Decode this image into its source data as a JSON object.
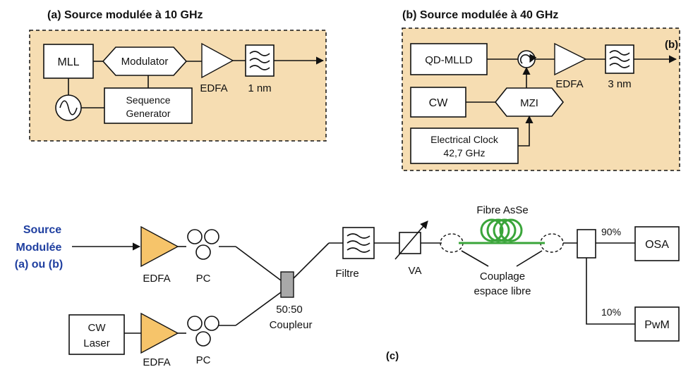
{
  "panel_a": {
    "title": "(a) Source modulée à 10 GHz",
    "mll": "MLL",
    "modulator": "Modulator",
    "seq_gen_line1": "Sequence",
    "seq_gen_line2": "Generator",
    "edfa": "EDFA",
    "filter": "1 nm"
  },
  "panel_b": {
    "title": "(b) Source modulée à 40 GHz",
    "tag": "(b)",
    "qd_mlld": "QD-MLLD",
    "cw": "CW",
    "mzi": "MZI",
    "clock_line1": "Electrical Clock",
    "clock_line2": "42,7 GHz",
    "edfa": "EDFA",
    "filter": "3 nm"
  },
  "panel_c": {
    "source_line1": "Source",
    "source_line2": "Modulée",
    "source_line3": "(a) ou (b)",
    "edfa_top": "EDFA",
    "pc_top": "PC",
    "cw_laser_line1": "CW",
    "cw_laser_line2": "Laser",
    "edfa_bottom": "EDFA",
    "pc_bottom": "PC",
    "coupler_line1": "50:50",
    "coupler_line2": "Coupleur",
    "filter": "Filtre",
    "va": "VA",
    "fiber": "Fibre AsSe",
    "coupling_line1": "Couplage",
    "coupling_line2": "espace libre",
    "ratio_90": "90%",
    "ratio_10": "10%",
    "osa": "OSA",
    "pwm": "PwM",
    "label": "(c)"
  },
  "colors": {
    "panel_fill": "#f6ddb2",
    "edfa_fill": "#f6c46a",
    "fiber": "#3aa53a",
    "source_text": "#1f3fa0"
  }
}
